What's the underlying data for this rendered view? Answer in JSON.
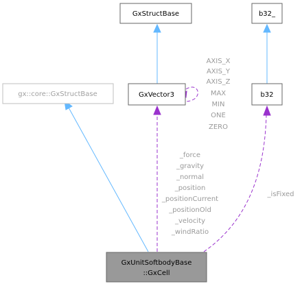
{
  "nodes": {
    "gxstructbase_top": "GxStructBase",
    "b32_underscore": "b32_",
    "core_structbase": "gx::core::GxStructBase",
    "gxvector3": "GxVector3",
    "b32": "b32",
    "cell_line1": "GxUnitSoftbodyBase",
    "cell_line2": "::GxCell"
  },
  "self_edge_labels": [
    "AXIS_X",
    "AXIS_Y",
    "AXIS_Z",
    "MAX",
    "MIN",
    "ONE",
    "ZERO"
  ],
  "member_labels": [
    "_force",
    "_gravity",
    "_normal",
    "_position",
    "_positionCurrent",
    "_positionOld",
    "_velocity",
    "_windRatio"
  ],
  "b32_edge_label": "_isFixed",
  "colors": {
    "inheritance_edge": "#63b8ff",
    "member_edge": "#9a32cd",
    "focus_node_fill": "#999999"
  }
}
